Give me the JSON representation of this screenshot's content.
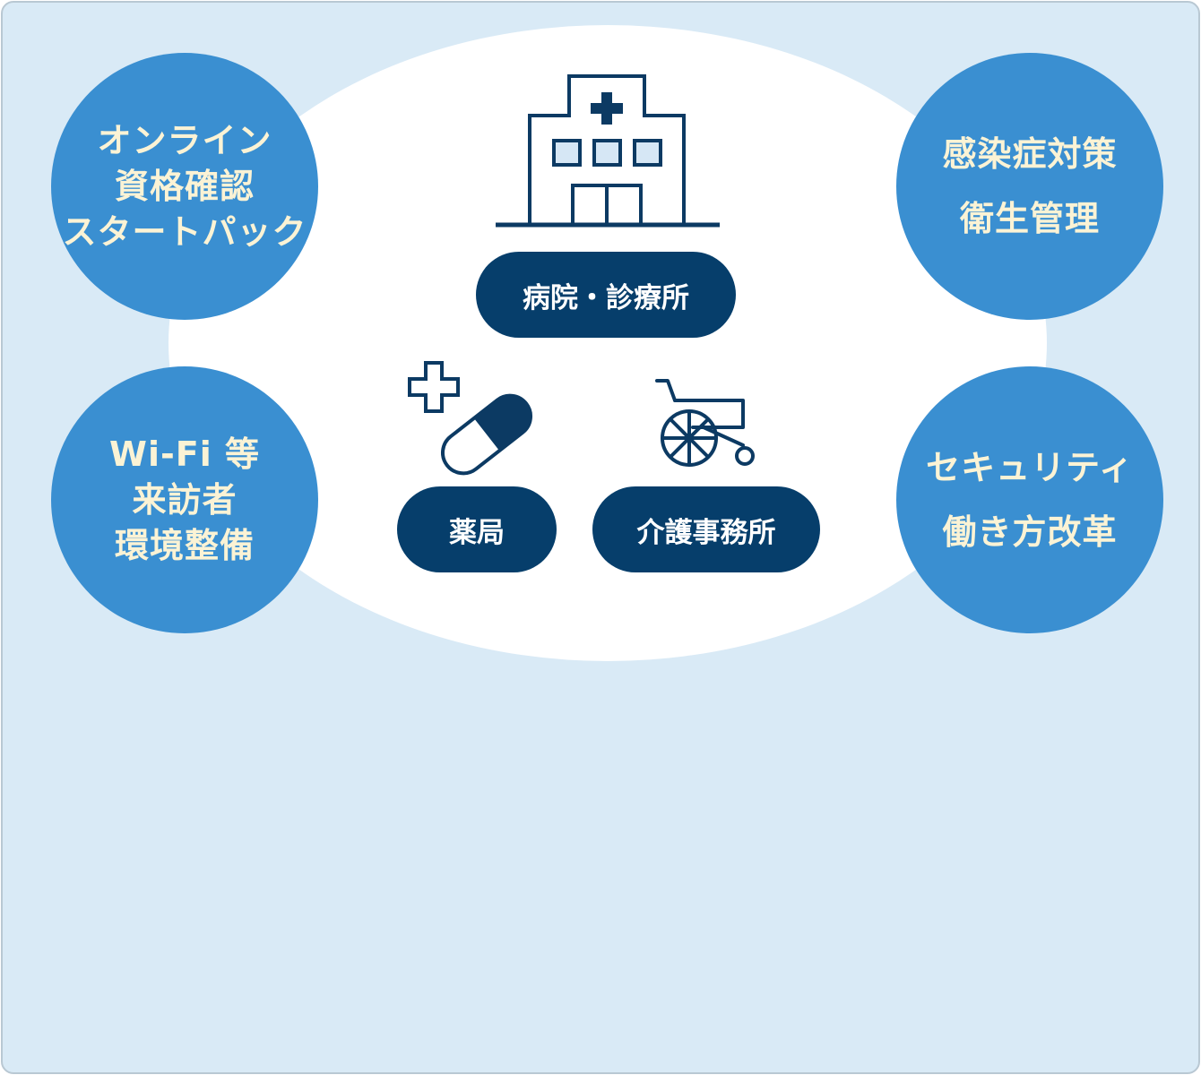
{
  "center": {
    "hospital_label": "病院・診療所",
    "pharmacy_label": "薬局",
    "care_label": "介護事務所"
  },
  "circles": {
    "top_left": {
      "lines": [
        "オンライン",
        "資格確認",
        "スタートパック"
      ]
    },
    "bottom_left": {
      "lines": [
        "Wi-Fi 等",
        "来訪者",
        "環境整備"
      ]
    },
    "top_right": {
      "lines": [
        "感染症対策",
        "衛生管理"
      ]
    },
    "bottom_right": {
      "lines": [
        "セキュリティ",
        "働き方改革"
      ]
    }
  },
  "colors": {
    "background": "#d9eaf6",
    "circle": "#3a8fd1",
    "circle_text": "#fbf3d5",
    "pill": "#063e6b",
    "icon_stroke": "#0c3a63",
    "icon_fill_light": "#d6e7f5"
  },
  "icons": {
    "hospital": "hospital-building-icon",
    "medicine": "medical-cross-capsule-icon",
    "care": "wheelchair-icon"
  }
}
